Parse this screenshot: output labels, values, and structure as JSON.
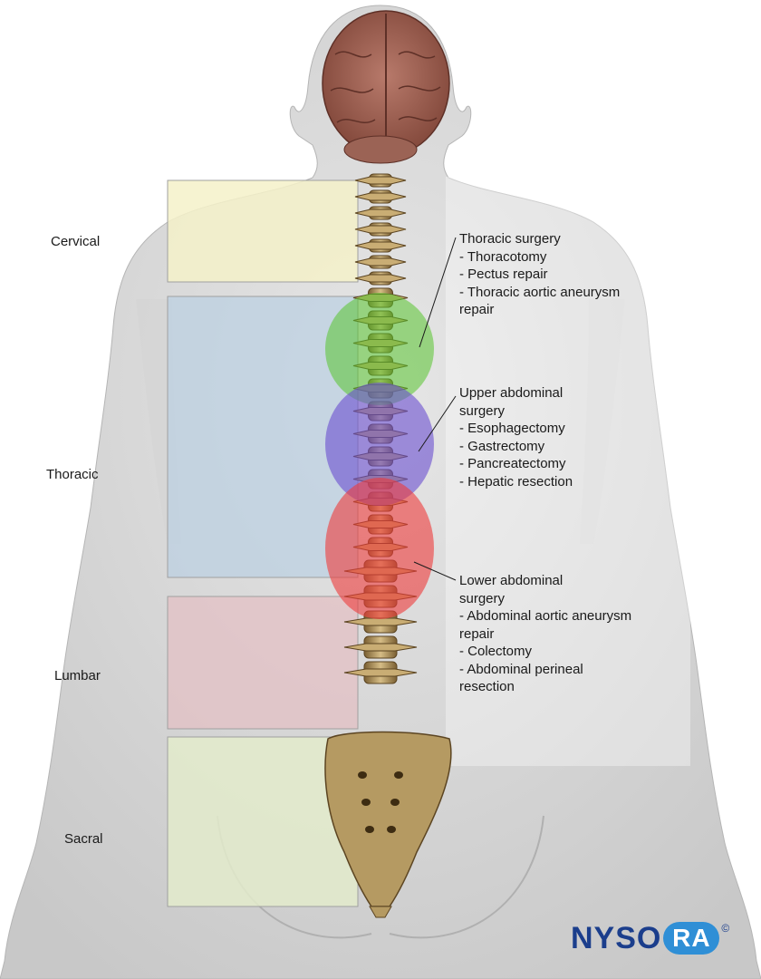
{
  "regions": {
    "cervical": "Cervical",
    "thoracic": "Thoracic",
    "lumbar": "Lumbar",
    "sacral": "Sacral"
  },
  "annotations": [
    {
      "lines": [
        "Thoracic surgery",
        "- Thoracotomy",
        "- Pectus repair",
        "- Thoracic aortic aneurysm",
        "repair"
      ]
    },
    {
      "lines": [
        "Upper abdominal",
        "surgery",
        "- Esophagectomy",
        "- Gastrectomy",
        "- Pancreatectomy",
        "- Hepatic resection"
      ]
    },
    {
      "lines": [
        "Lower abdominal",
        "surgery",
        "- Abdominal aortic aneurysm",
        "repair",
        "- Colectomy",
        "- Abdominal perineal",
        "resection"
      ]
    }
  ],
  "logo": {
    "text": "NYSO",
    "badge": "RA",
    "mark": "©"
  },
  "colors": {
    "cervical_box": "#f5f1c9",
    "thoracic_box": "#c9d6e3",
    "lumbar_box": "#e8c9cc",
    "sacral_box": "#e3ebcb",
    "thoracic_surgery_zone": "#57c42e",
    "upper_abdominal_zone": "#6a4fd1",
    "lower_abdominal_zone": "#ef3a3a",
    "bone": "#b59a62",
    "brain": "#a8675a",
    "logo_blue": "#1b3e8c",
    "logo_accent": "#2f8fd6"
  }
}
